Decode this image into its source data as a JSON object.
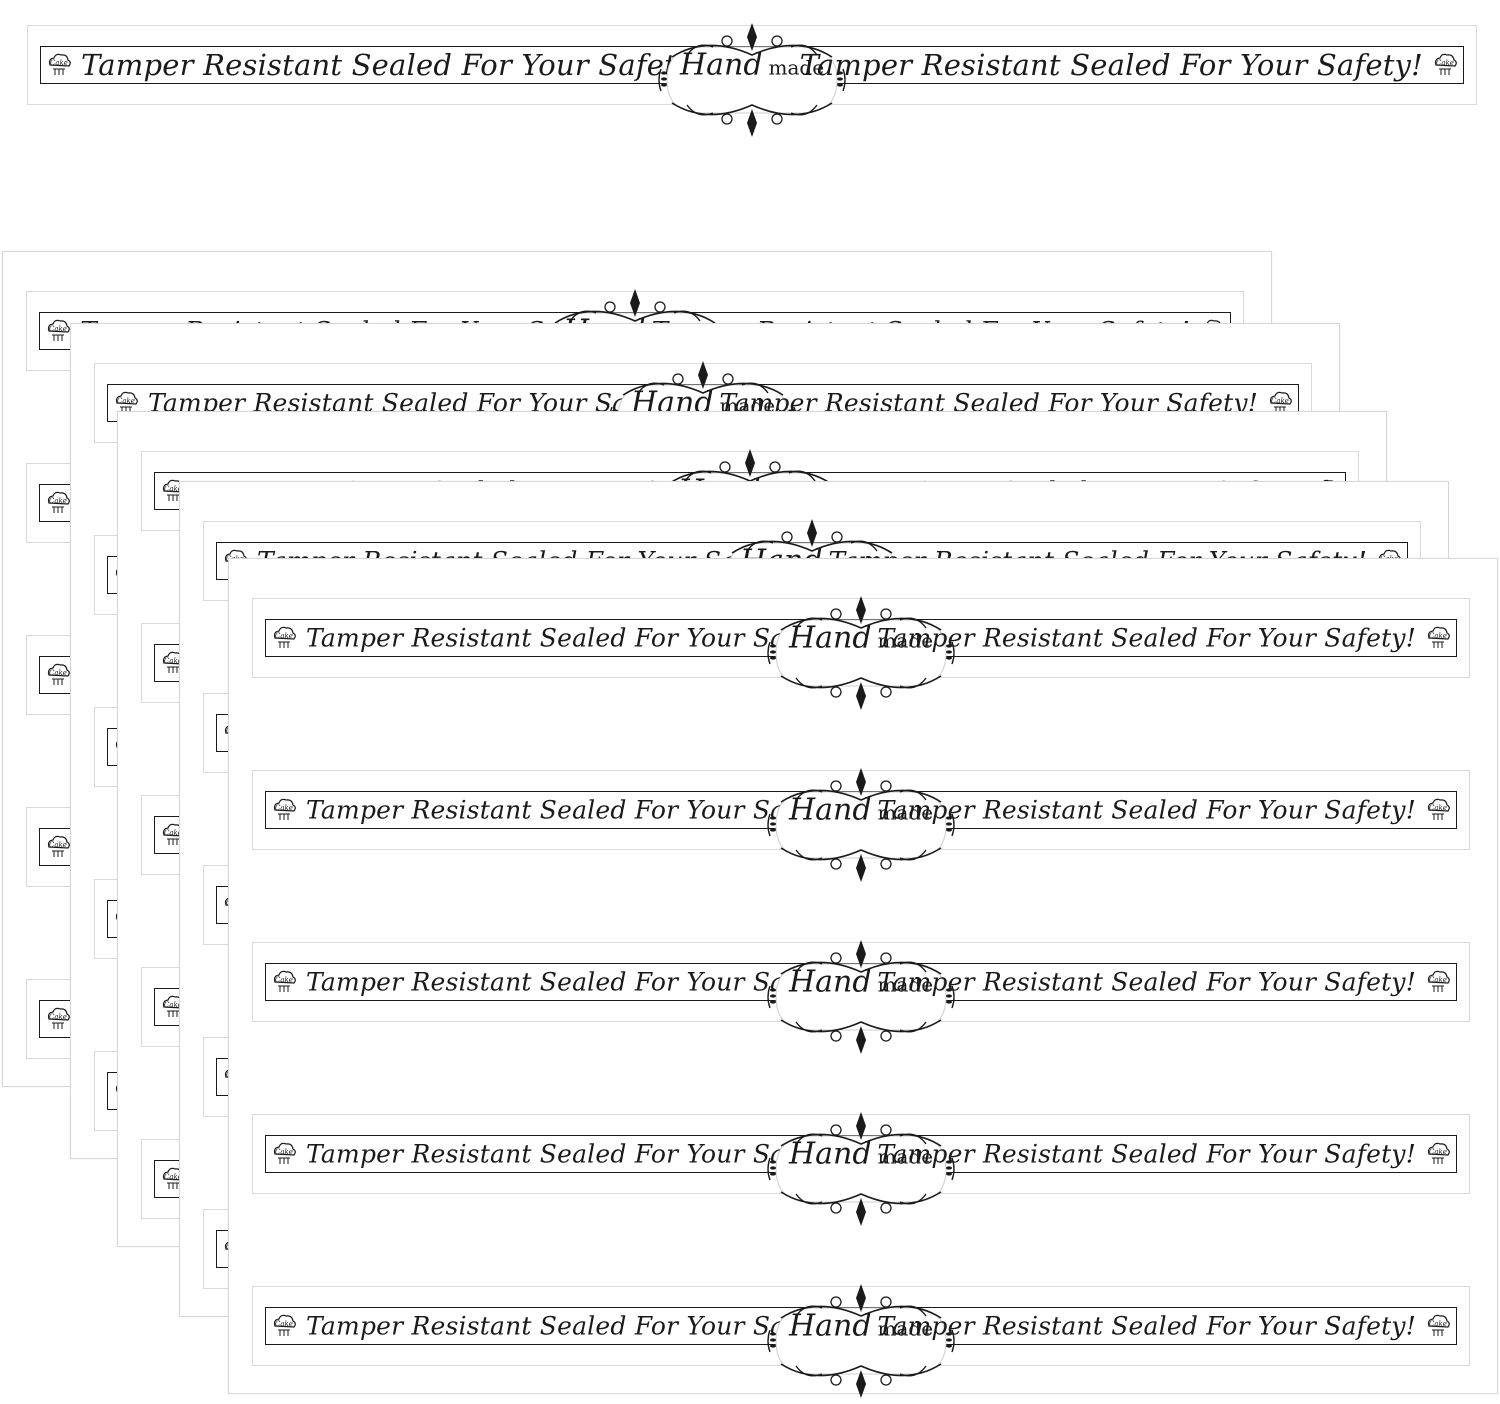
{
  "label": {
    "slogan": "Tamper Resistant Sealed For Your Safety!",
    "badge_hand": "Hand",
    "badge_made": "made",
    "cake_word": "Cake"
  },
  "colors": {
    "ink": "#1a1a1a",
    "sheet_border": "#d6d6d6",
    "background": "#ffffff"
  },
  "icons": [
    "cake-logo-icon",
    "wheat-icon",
    "flourish-ornament-icon"
  ],
  "sheets_count": 5,
  "labels_per_sheet": 5
}
